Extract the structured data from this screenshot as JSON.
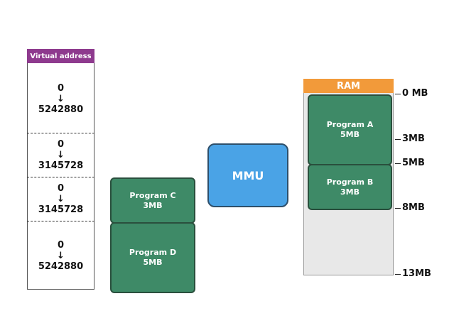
{
  "virtual": {
    "header": "Virtual address",
    "blocks": [
      {
        "start": "0",
        "end": "5242880"
      },
      {
        "start": "0",
        "end": "3145728"
      },
      {
        "start": "0",
        "end": "3145728"
      },
      {
        "start": "0",
        "end": "5242880"
      }
    ],
    "arrow_glyph": "↓"
  },
  "programs": {
    "c": {
      "name": "Program C",
      "size": "3MB"
    },
    "d": {
      "name": "Program D",
      "size": "5MB"
    },
    "a": {
      "name": "Program A",
      "size": "5MB"
    },
    "b": {
      "name": "Program B",
      "size": "3MB"
    }
  },
  "mmu": {
    "label": "MMU"
  },
  "ram": {
    "header": "RAM",
    "ticks": [
      "0 MB",
      "3MB",
      "5MB",
      "8MB",
      "13MB"
    ]
  },
  "colors": {
    "virtual_header": "#8e3a8e",
    "ram_header": "#f29a3a",
    "program_fill": "#3e8a67",
    "mmu_fill": "#4aa3e6"
  }
}
